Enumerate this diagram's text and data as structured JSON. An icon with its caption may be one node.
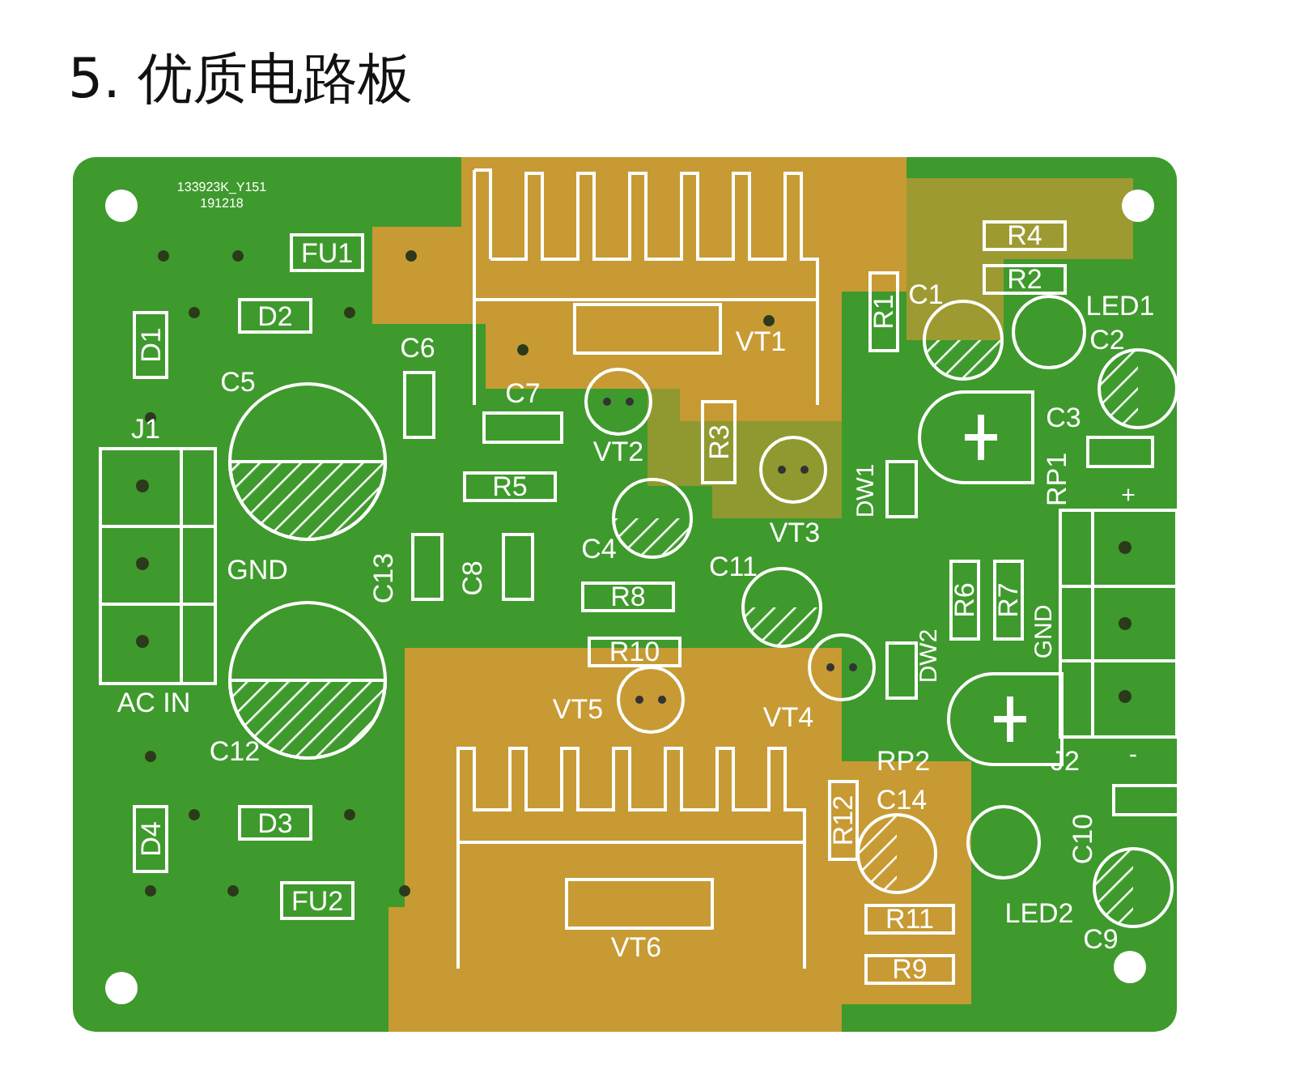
{
  "diagram": {
    "title": "5. 优质电路板",
    "nodes": [
      {
        "text": [
          "R4"
        ]
      },
      {
        "text": [
          "FU1"
        ]
      },
      {
        "text": [
          "R2"
        ]
      },
      {
        "text": [
          "R1"
        ]
      },
      {
        "text": [
          "D2"
        ]
      },
      {
        "text": [
          "D1"
        ]
      },
      {
        "text": [
          "R3"
        ]
      },
      {
        "text": [
          "R5"
        ]
      },
      {
        "text": [
          "R8"
        ]
      },
      {
        "text": [
          "R6"
        ]
      },
      {
        "text": [
          "R7"
        ]
      },
      {
        "text": [
          "R10"
        ]
      },
      {
        "text": [
          "R12"
        ]
      },
      {
        "text": [
          "D3"
        ]
      },
      {
        "text": [
          "D4"
        ]
      },
      {
        "text": [
          "FU2"
        ]
      },
      {
        "text": [
          "R11"
        ]
      },
      {
        "text": [
          "R9"
        ]
      }
    ],
    "labels": [
      "133923K_Y151",
      "191218",
      "C1",
      "LED1",
      "C2",
      "VT1",
      "C6",
      "C5",
      "C7",
      "C3",
      "J1",
      "VT2",
      "RP1",
      "+",
      "DW1",
      "VT3",
      "C4",
      "C11",
      "GND",
      "C13",
      "C8",
      "GND",
      "DW2",
      "AC IN",
      "VT5",
      "VT4",
      "C12",
      "J2",
      "-",
      "RP2",
      "C14",
      "C10",
      "LED2",
      "C9",
      "VT6"
    ]
  }
}
